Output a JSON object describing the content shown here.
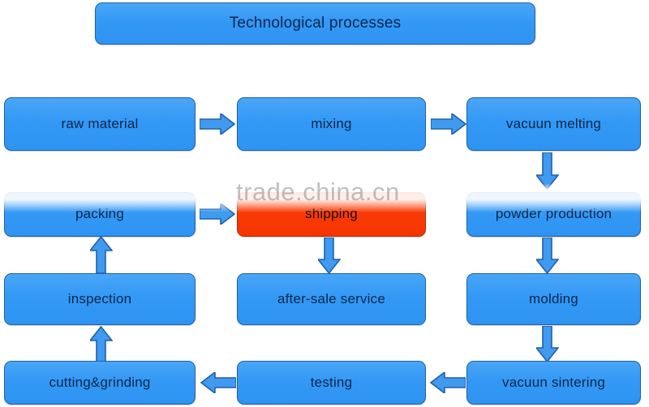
{
  "diagram": {
    "title": "Technological processes",
    "accent_blue": "#3399f5",
    "accent_blue_border": "#2061a8",
    "highlight_red": "#fa3a05",
    "highlight_red_border": "#a8310b",
    "background": "#ffffff",
    "text_color": "#10254a"
  },
  "nodes": {
    "title": "Technological processes",
    "raw_material": "raw material",
    "mixing": "mixing",
    "vacuun_melting": "vacuun melting",
    "packing": "packing",
    "shipping": "shipping",
    "powder_production": "powder production",
    "inspection": "inspection",
    "after_sale_service": "after-sale service",
    "molding": "molding",
    "cutting_grinding": "cutting&grinding",
    "testing": "testing",
    "vacuun_sintering": "vacuun sintering"
  },
  "watermark": {
    "text": "trade.china.cn"
  },
  "flow": {
    "edges": [
      "raw material -> mixing",
      "mixing -> vacuun melting",
      "vacuun melting -> powder production",
      "powder production -> molding",
      "molding -> vacuun sintering",
      "vacuun sintering -> testing",
      "testing -> cutting&grinding",
      "cutting&grinding -> inspection",
      "inspection -> packing",
      "packing -> shipping",
      "shipping -> after-sale service"
    ]
  }
}
